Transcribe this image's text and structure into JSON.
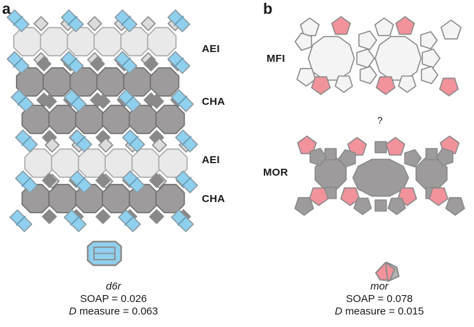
{
  "panels": {
    "a": {
      "label": "a",
      "layers": [
        "AEI",
        "CHA",
        "AEI",
        "CHA"
      ],
      "unit": {
        "name": "d6r",
        "soap_label": "SOAP = 0.026",
        "d_prefix": "D",
        "d_rest": " measure = 0.063"
      }
    },
    "b": {
      "label": "b",
      "top_framework": "MFI",
      "bottom_framework": "MOR",
      "question": "?",
      "unit": {
        "name": "mor",
        "soap_label": "SOAP = 0.078",
        "d_prefix": "D",
        "d_rest": " measure = 0.015"
      }
    }
  },
  "colors": {
    "light_cage": "#e9e9e9",
    "dark_cage": "#9d9b9b",
    "d6r_blue": "#8fd0ee",
    "pentasil_pink": "#f2939c",
    "edge": "#8a8a8a",
    "white_face": "#f4f4f4"
  }
}
